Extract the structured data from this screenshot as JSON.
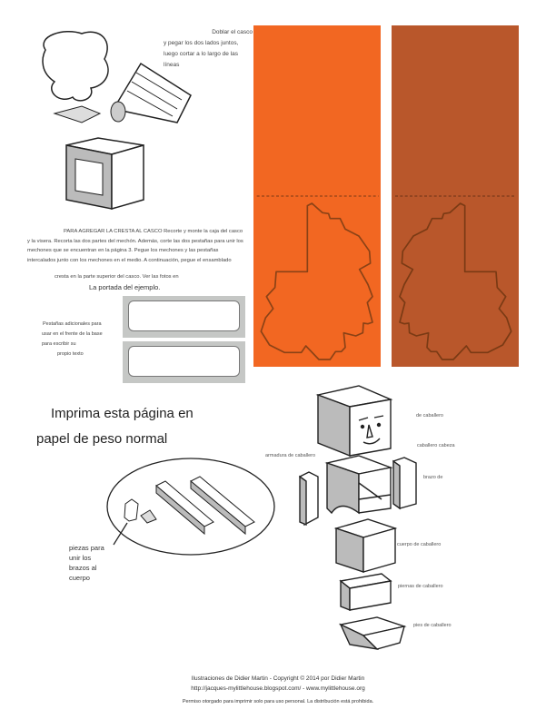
{
  "instructions_fold": [
    "Doblar el casco",
    "y pegar los dos lados juntos,",
    "luego cortar a lo largo de las",
    "líneas"
  ],
  "crest_instructions": {
    "lines": [
      "PARA AGREGAR LA CRESTA AL CASCO Recorte y monte la caja del casco",
      "y la visera. Recorta las dos partes del mechón. Además, corte las dos pestañas para unir los",
      "mechones que se encuentran en la página 3. Pegue los mechones y las pestañas",
      "intercalados junto con los mechones en el medio. A continuación, pegue el ensamblado",
      "cresta en la parte superior del casco. Ver las fotos en"
    ],
    "link": "La portada del ejemplo."
  },
  "extra_tabs_note": [
    "Pestañas adicionales para",
    "usar en el frente de la base",
    "para escribir su",
    "propio texto"
  ],
  "print_note": [
    "Imprima esta página en",
    "papel de peso normal"
  ],
  "arm_pieces_note": [
    "piezas para",
    "unir los",
    "brazos al",
    "cuerpo"
  ],
  "part_labels": {
    "head_top": "de caballero",
    "head": "caballero cabeza",
    "armor": "armadura de caballero",
    "arm": "brazo de",
    "body": "cuerpo de caballero",
    "legs": "piernas de caballero",
    "feet": "pies de caballero"
  },
  "footer": {
    "credits": "Ilustraciones de Didier Martin - Copyright © 2014 por Didier Martin",
    "urls": "http://jacques-mylittlehouse.blogspot.com/ - www.mylittlehouse.org",
    "permission": "Permiso otorgado para imprimir solo para uso personal. La distribución está prohibida."
  },
  "colors": {
    "panel_front": "#F26722",
    "panel_back": "#B9572B",
    "outline": "#7A3A14"
  }
}
